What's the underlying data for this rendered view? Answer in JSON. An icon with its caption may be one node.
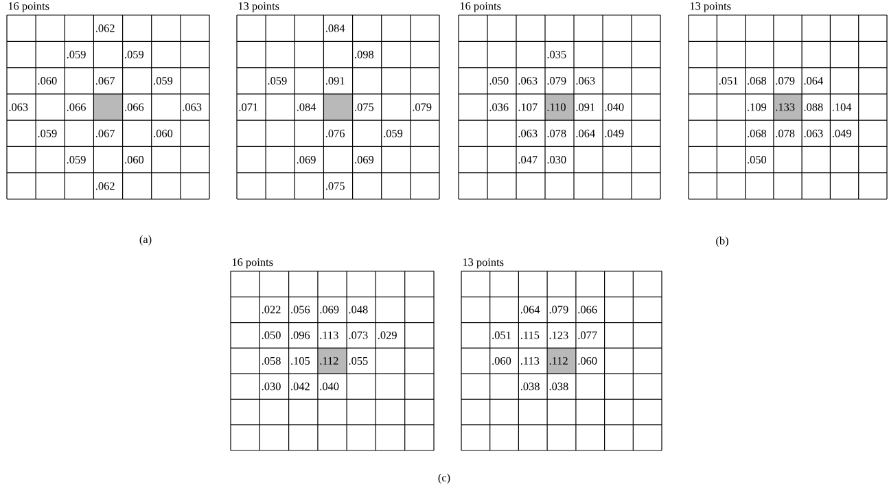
{
  "diagram": {
    "labels": [
      "16 points",
      ".062",
      ".059",
      ".059",
      ".060",
      ".067",
      ".059",
      ".063",
      ".066",
      ".066",
      ".063",
      ".059",
      ".067",
      ".060",
      ".059",
      ".060",
      ".062",
      "13 points",
      ".084",
      ".098",
      ".059",
      ".091",
      ".071",
      ".084",
      ".075",
      ".079",
      ".076",
      ".059",
      ".069",
      ".069",
      ".075",
      "(a)",
      "16 points",
      ".035",
      ".050",
      ".063",
      ".079",
      ".063",
      ".036",
      ".107",
      ".110",
      ".091",
      ".040",
      ".063",
      ".078",
      ".064",
      ".049",
      ".047",
      ".030",
      "13 points",
      ".051",
      ".068",
      ".079",
      ".064",
      ".109",
      ".133",
      ".088",
      ".104",
      ".068",
      ".078",
      ".063",
      ".049",
      ".050",
      "(b)",
      "16 points",
      ".022",
      ".056",
      ".069",
      ".048",
      ".050",
      ".096",
      ".113",
      ".073",
      ".029",
      ".058",
      ".105",
      ".112",
      ".055",
      ".030",
      ".042",
      ".040",
      "13 points",
      ".064",
      ".079",
      ".066",
      ".051",
      ".115",
      ".123",
      ".077",
      ".060",
      ".113",
      ".112",
      ".060",
      ".038",
      ".038",
      "(c)"
    ]
  }
}
